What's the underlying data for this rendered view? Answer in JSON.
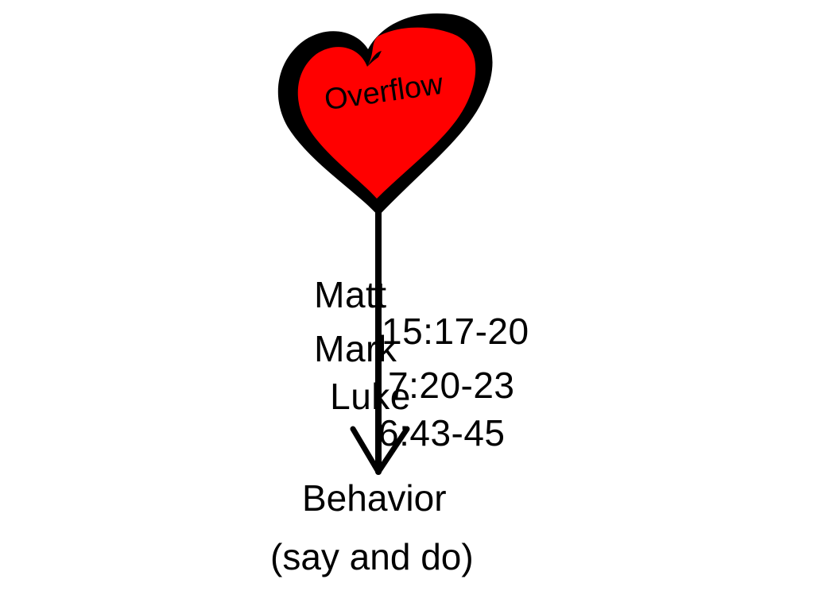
{
  "heart": {
    "label": "Overflow",
    "fill_color": "#ff0000",
    "outline_color": "#000000"
  },
  "references": [
    {
      "book": "Matt",
      "verses": "15:17-20"
    },
    {
      "book": "Mark",
      "verses": "7:20-23"
    },
    {
      "book": "Luke",
      "verses": "6:43-45"
    }
  ],
  "behavior": {
    "title": "Behavior",
    "subtitle": "(say and do)"
  },
  "arrow": {
    "color": "#000000"
  }
}
